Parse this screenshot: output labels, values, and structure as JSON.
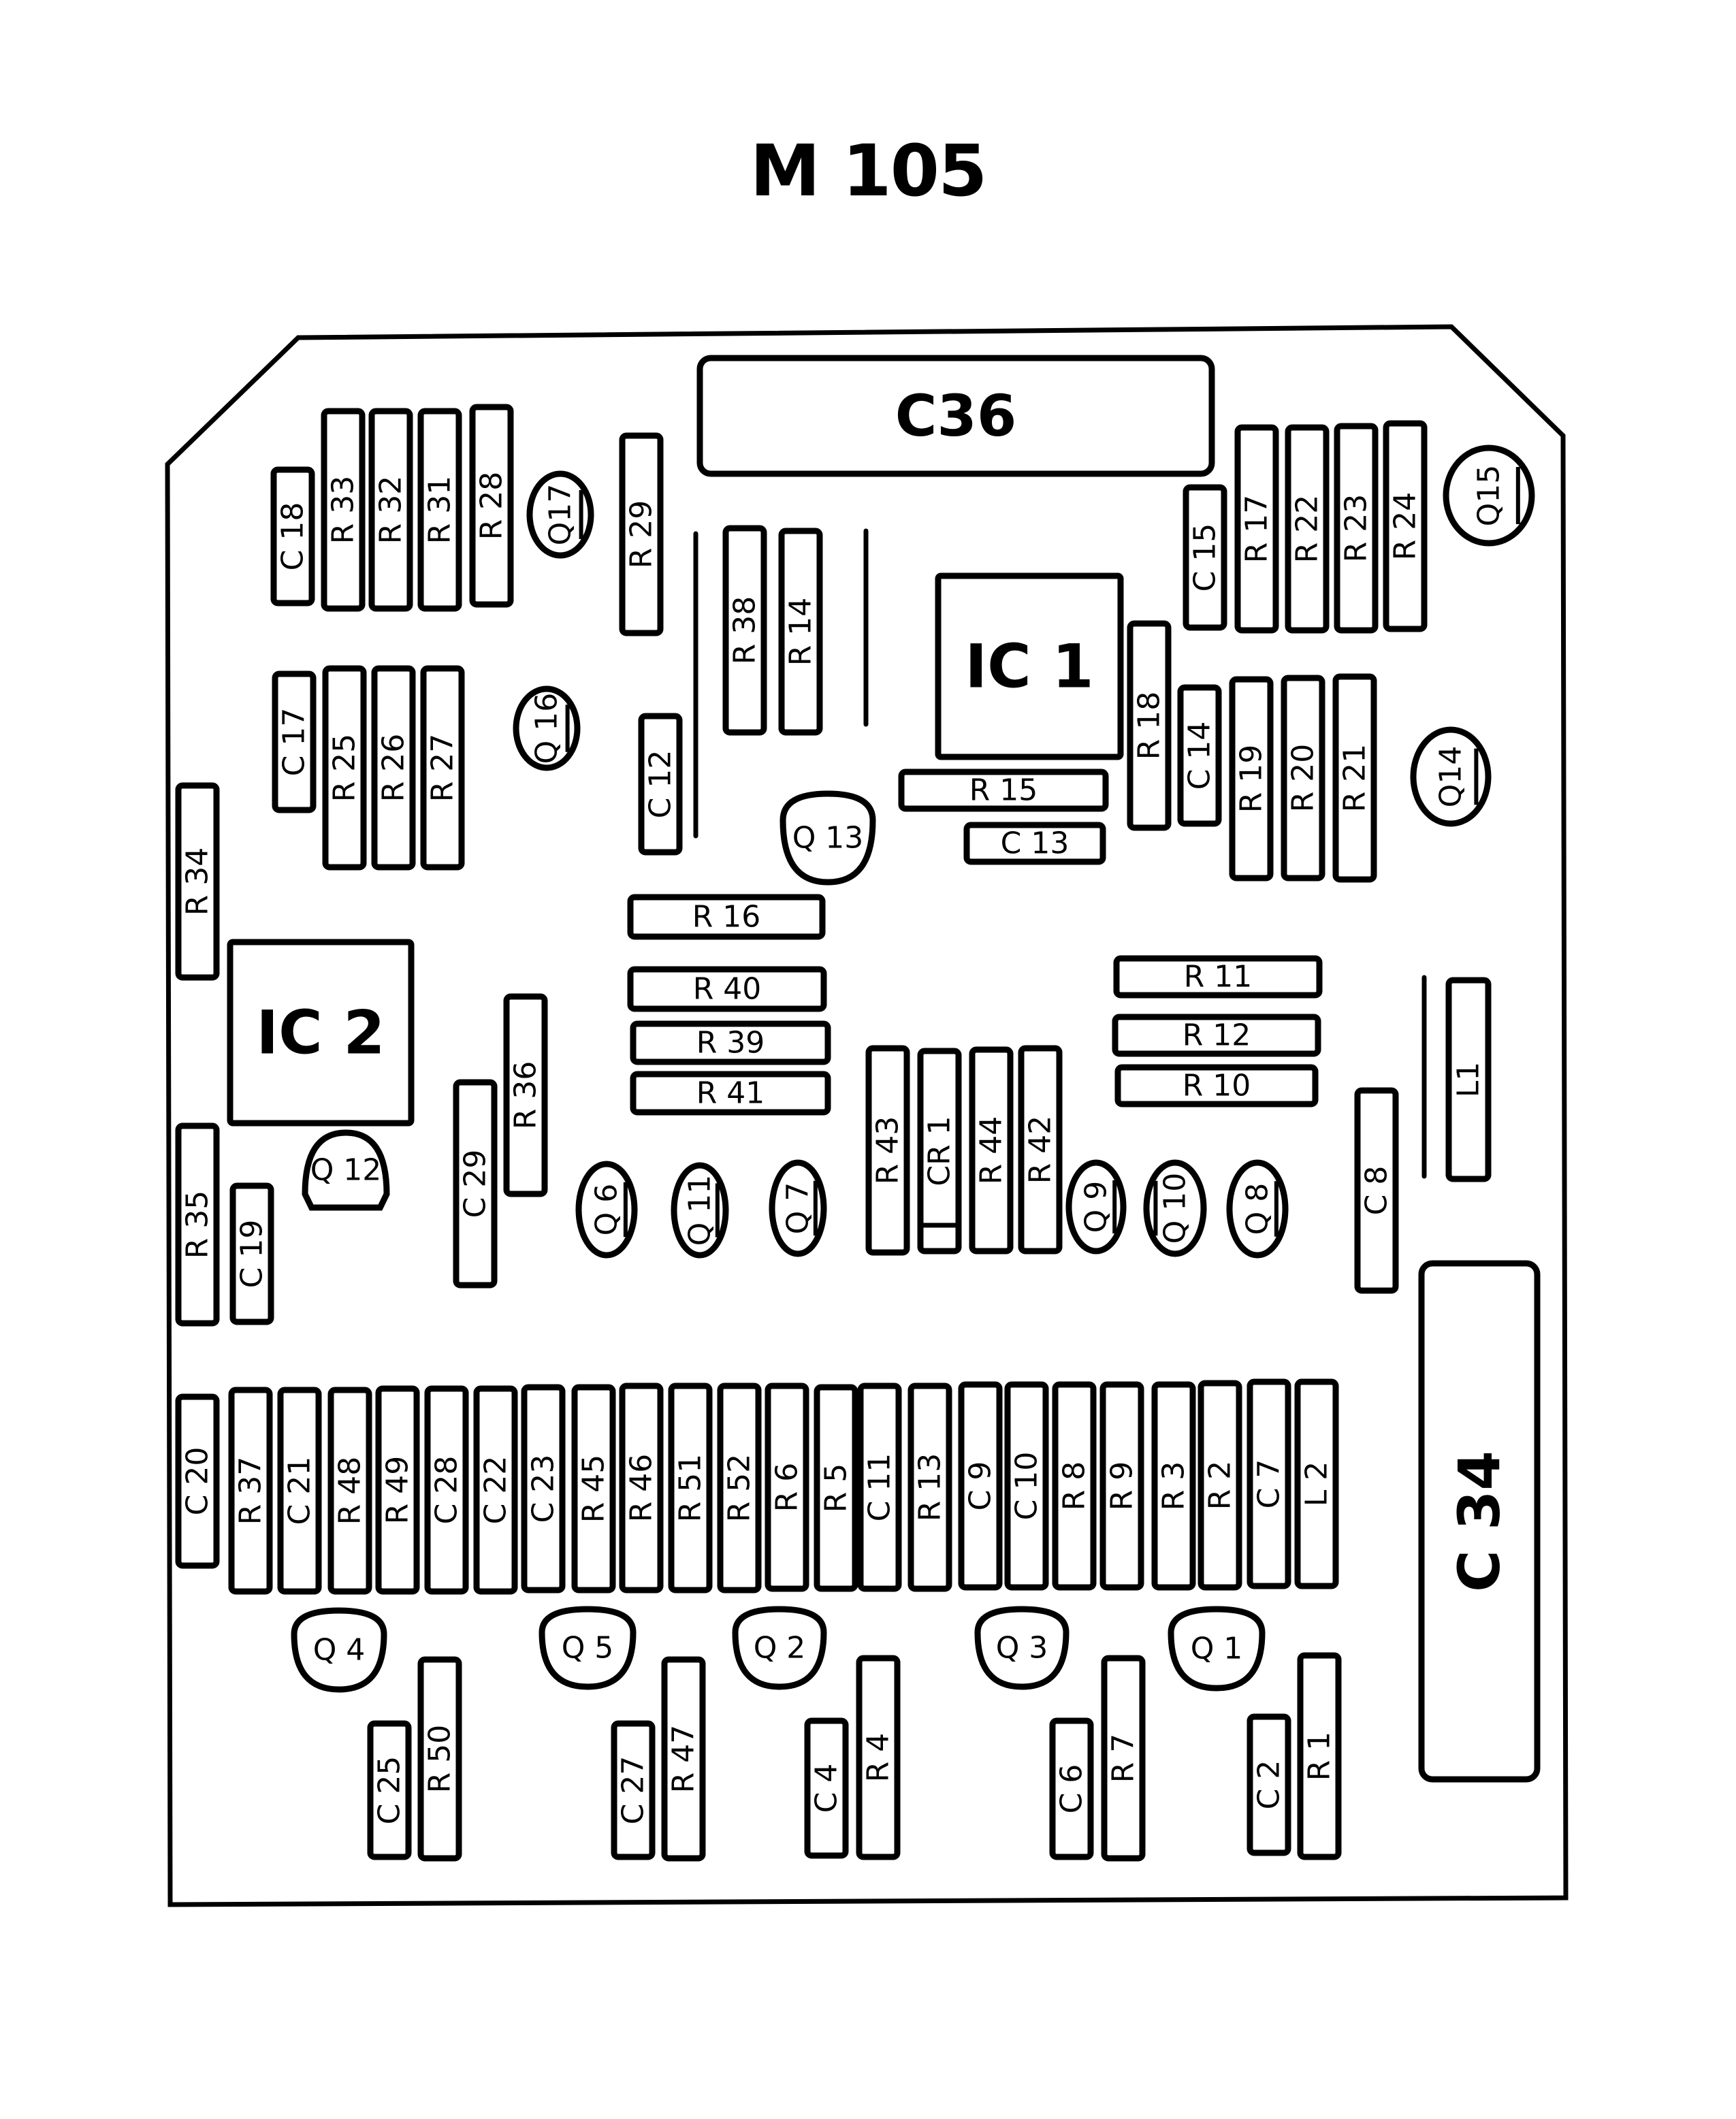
{
  "title": "M 105",
  "colors": {
    "ink": "#000000",
    "paper": "#ffffff"
  },
  "components": {
    "C36": "C36",
    "IC1": "IC 1",
    "IC2": "IC 2",
    "C34": "C 34",
    "C18": "C 18",
    "R33": "R 33",
    "R32": "R 32",
    "R31": "R 31",
    "R28": "R 28",
    "Q17": "Q17",
    "R29": "R 29",
    "C17": "C 17",
    "R25": "R 25",
    "R26": "R 26",
    "R27": "R 27",
    "Q16": "Q 16",
    "R38": "R 38",
    "R14": "R 14",
    "C12": "C 12",
    "Q13": "Q 13",
    "C15": "C 15",
    "R17": "R 17",
    "R22": "R 22",
    "R23": "R 23",
    "R24": "R 24",
    "Q15": "Q15",
    "R18": "R 18",
    "C14": "C 14",
    "R19": "R 19",
    "R20": "R 20",
    "R21": "R 21",
    "Q14": "Q14",
    "R15": "R 15",
    "C13": "C 13",
    "R34": "R 34",
    "R16": "R 16",
    "R40": "R 40",
    "R39": "R 39",
    "R41": "R 41",
    "R11": "R 11",
    "R12": "R 12",
    "R10": "R 10",
    "L1": "L1",
    "R36": "R 36",
    "C29": "C 29",
    "Q12": "Q 12",
    "R35": "R 35",
    "C19": "C 19",
    "Q6": "Q 6",
    "Q11": "Q 11",
    "Q7": "Q 7",
    "R43": "R 43",
    "CR1": "CR 1",
    "R44": "R 44",
    "R42": "R 42",
    "Q9": "Q 9",
    "Q10": "Q 10",
    "Q8": "Q 8",
    "C8": "C 8",
    "C20": "C 20",
    "R37": "R 37",
    "C21": "C 21",
    "R48": "R 48",
    "R49": "R 49",
    "C28": "C 28",
    "C22": "C 22",
    "C23": "C 23",
    "R45": "R 45",
    "R46": "R 46",
    "R51": "R 51",
    "R52": "R 52",
    "R6": "R 6",
    "R5": "R 5",
    "C11": "C 11",
    "R13": "R 13",
    "C9": "C 9",
    "C10": "C 10",
    "R8": "R 8",
    "R9": "R 9",
    "R3": "R 3",
    "R2": "R 2",
    "C7": "C 7",
    "L2": "L 2",
    "Q4": "Q 4",
    "Q5": "Q 5",
    "Q2": "Q 2",
    "Q3": "Q 3",
    "Q1": "Q 1",
    "C25": "C 25",
    "R50": "R 50",
    "C27": "C 27",
    "R47": "R 47",
    "C4": "C 4",
    "R4": "R 4",
    "C6": "C 6",
    "R7": "R 7",
    "C2": "C 2",
    "R1": "R 1"
  }
}
